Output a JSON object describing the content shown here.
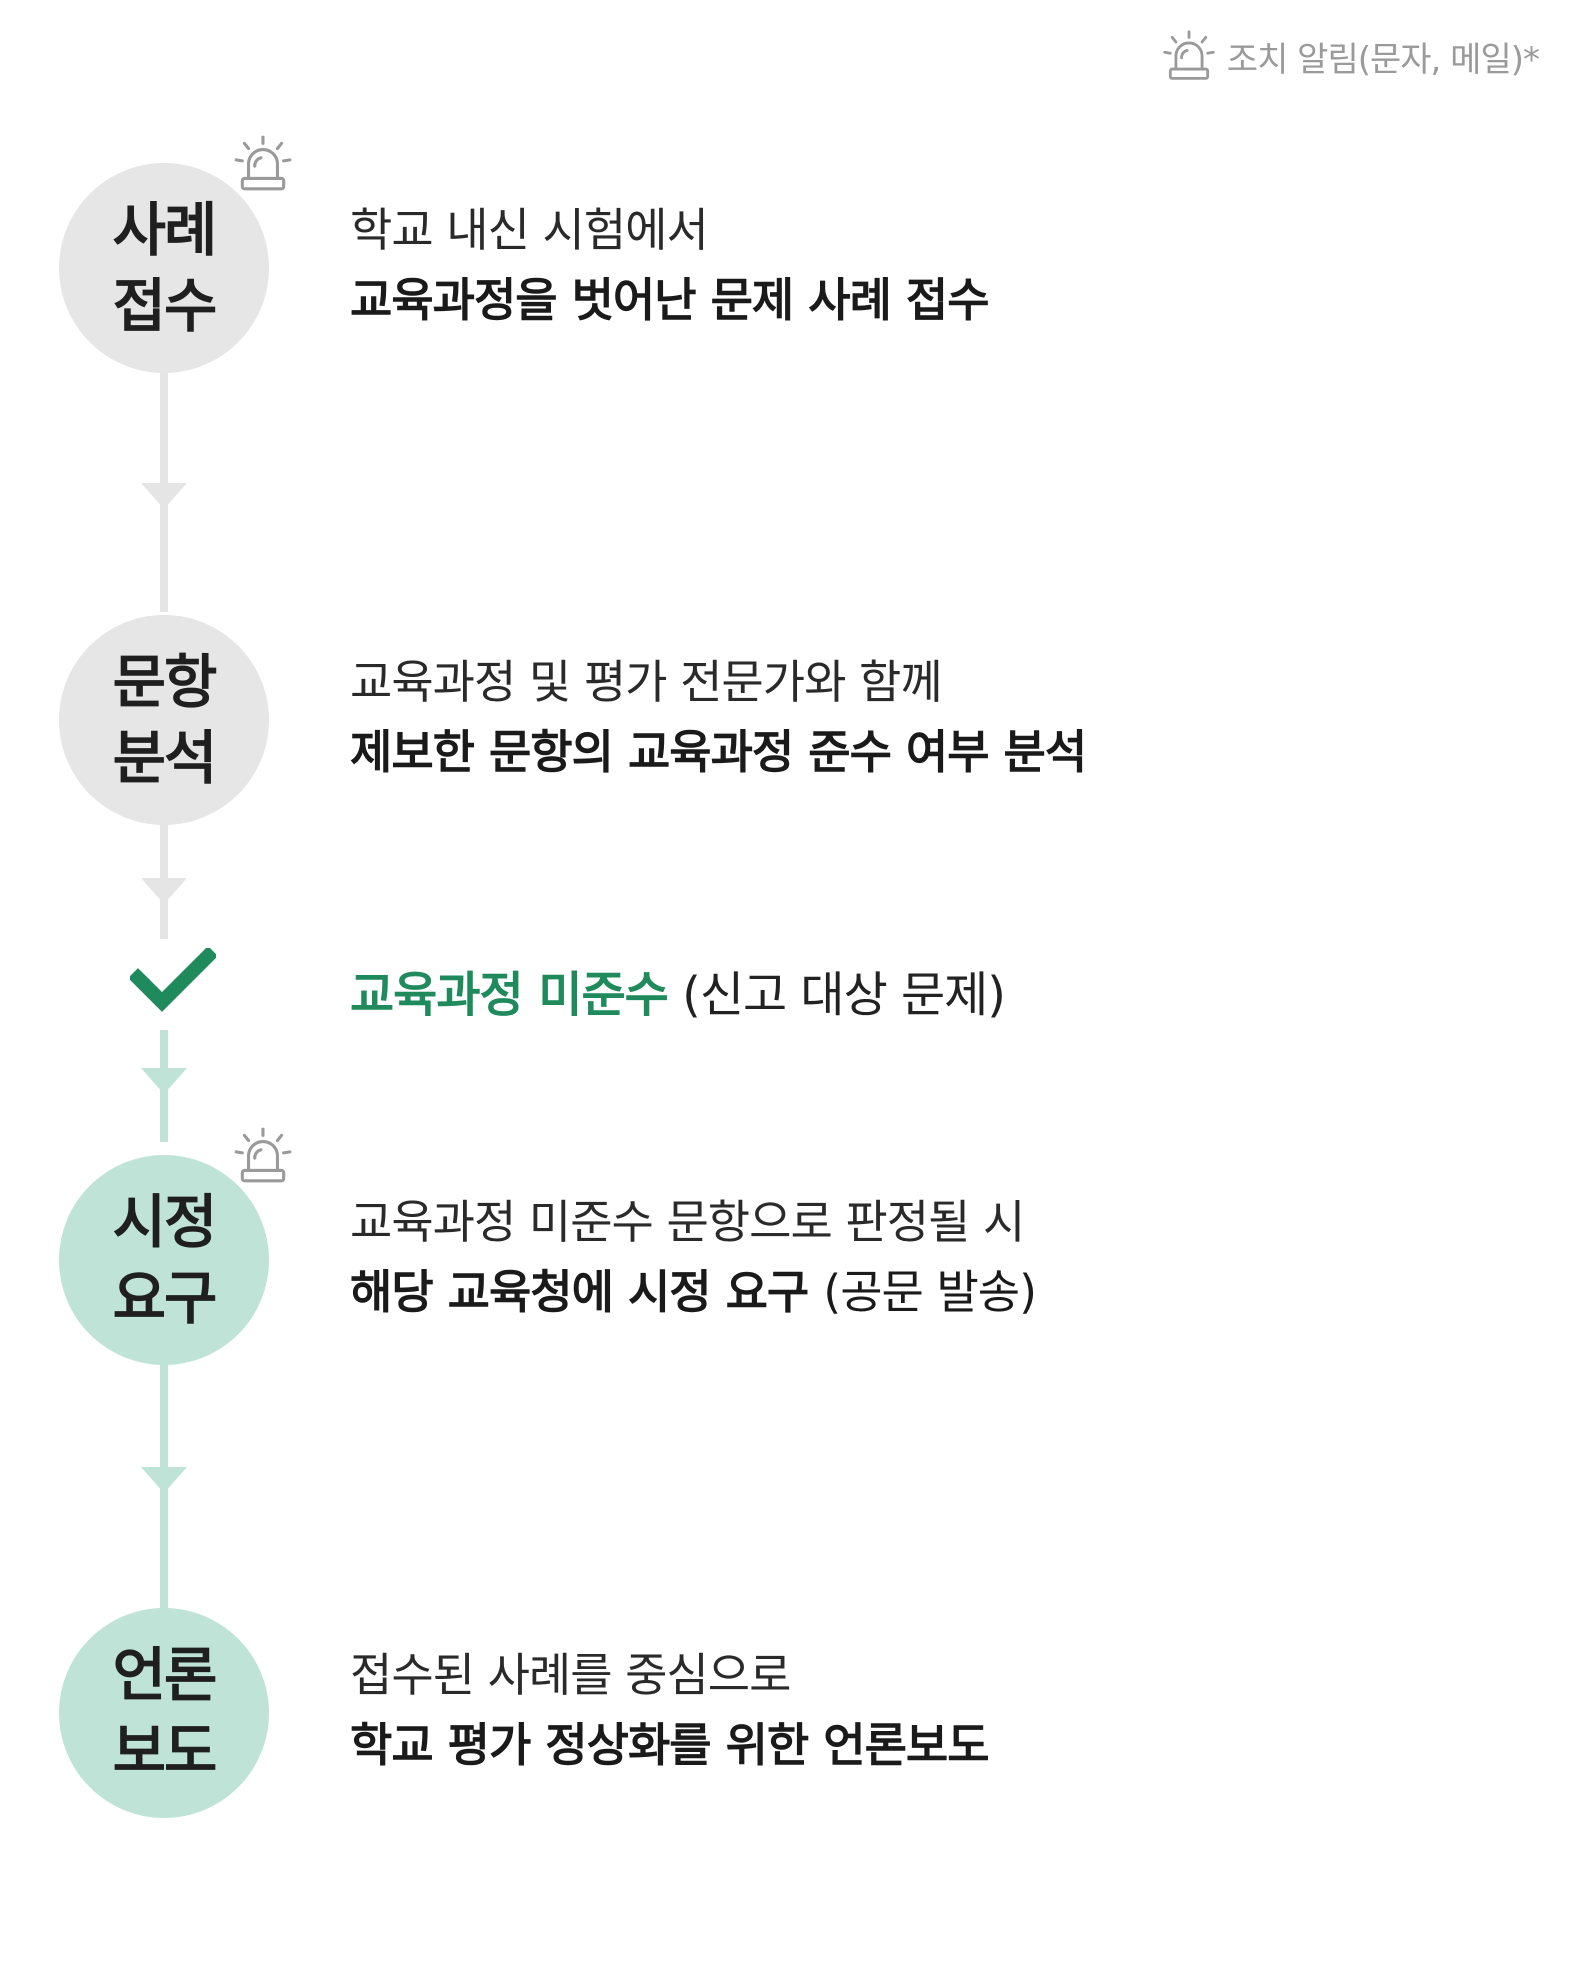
{
  "legend": {
    "icon": "siren-icon",
    "label": "조치 알림(문자, 메일)*"
  },
  "steps": [
    {
      "title_line1": "사례",
      "title_line2": "접수",
      "desc_normal": "학교 내신 시험에서",
      "desc_bold": "교육과정을 벗어난 문제 사례 접수",
      "alert": true
    },
    {
      "title_line1": "문항",
      "title_line2": "분석",
      "desc_normal": "교육과정 및 평가 전문가와 함께",
      "desc_bold": "제보한 문항의 교육과정 준수 여부 분석",
      "alert": false
    },
    {
      "title_line1": "시정",
      "title_line2": "요구",
      "desc_normal": "교육과정 미준수 문항으로 판정될 시",
      "desc_bold": "해당 교육청에 시정 요구",
      "desc_paren": "(공문 발송)",
      "alert": true
    },
    {
      "title_line1": "언론",
      "title_line2": "보도",
      "desc_normal": "접수된 사례를 중심으로",
      "desc_bold": "학교 평가 정상화를 위한 언론보도",
      "alert": false
    }
  ],
  "verdict": {
    "icon": "checkmark-icon",
    "highlight": "교육과정 미준수",
    "rest": "(신고 대상 문제)"
  },
  "colors": {
    "gray_circle": "#e6e6e6",
    "green_circle": "#bfe3d6",
    "accent_green": "#1f8a5c",
    "legend_gray": "#9a9a9a"
  }
}
